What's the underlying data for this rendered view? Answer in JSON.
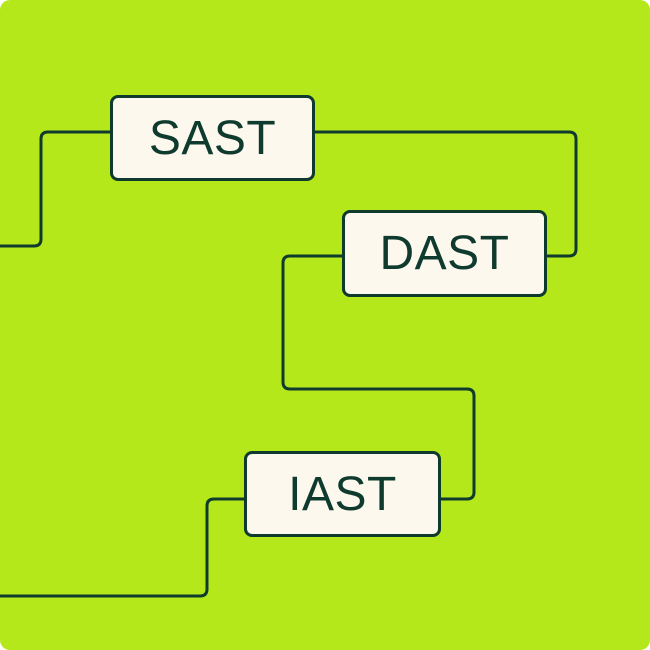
{
  "diagram": {
    "nodes": [
      {
        "id": "sast",
        "label": "SAST"
      },
      {
        "id": "dast",
        "label": "DAST"
      },
      {
        "id": "iast",
        "label": "IAST"
      }
    ],
    "connections": [
      {
        "from": "left-edge",
        "to": "sast"
      },
      {
        "from": "sast",
        "to": "dast"
      },
      {
        "from": "dast",
        "to": "iast"
      },
      {
        "from": "iast",
        "to": "left-edge"
      }
    ]
  },
  "colors": {
    "background": "#b5e81a",
    "node_fill": "#fdf8ee",
    "stroke": "#0f3b2e",
    "text": "#0f3b2e"
  }
}
